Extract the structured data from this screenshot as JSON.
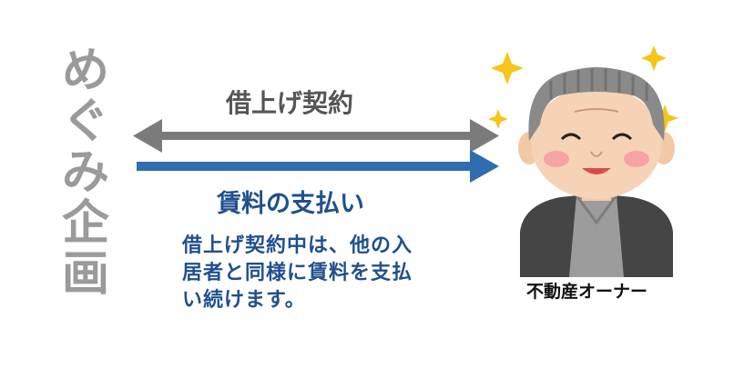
{
  "company_name_chars": [
    "め",
    "ぐ",
    "み",
    "企",
    "画"
  ],
  "arrow_top_label": "借上げ契約",
  "arrow_bottom_label": "賃料の支払い",
  "description_lines": [
    "借上げ契約中は、他の入",
    "居者と同様に賃料を支払",
    "い続けます。"
  ],
  "owner_label": "不動産オーナー",
  "colors": {
    "company_text": "#9a9a9a",
    "top_arrow": "#7b7b7b",
    "bottom_arrow": "#2e6db0",
    "rent_text": "#1f4f8f",
    "sparkle": "#f5c518"
  },
  "icons": {
    "owner": "elderly-man-illustration",
    "sparkles": "sparkle-icon"
  }
}
